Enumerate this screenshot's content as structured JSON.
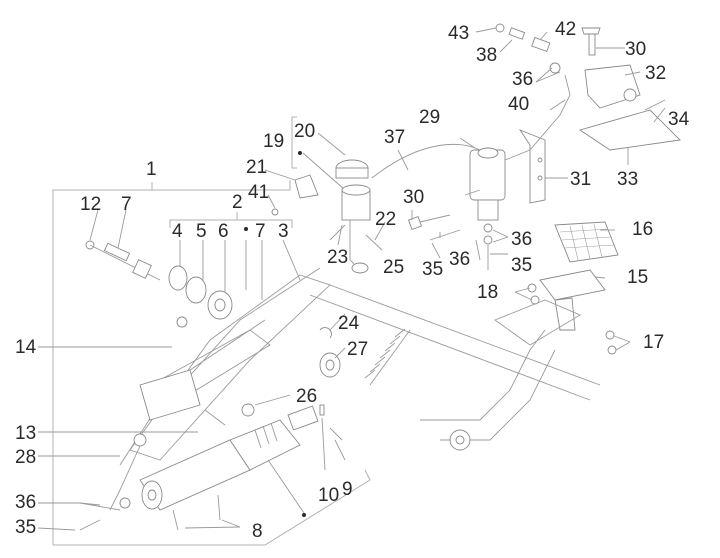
{
  "diagram": {
    "type": "exploded-parts-diagram",
    "subject": "rear brake master cylinder and pedal assembly",
    "text_color": "#2a2a2a",
    "line_color": "#9a9a9a",
    "background": "#ffffff",
    "labels": {
      "l1": "1",
      "l2": "2",
      "l3": "3",
      "l4": "4",
      "l5": "5",
      "l6": "6",
      "l7a": "7",
      "l7b": "7",
      "l8": "8",
      "l9": "9",
      "l10": "10",
      "l12": "12",
      "l13": "13",
      "l14": "14",
      "l15": "15",
      "l16": "16",
      "l17": "17",
      "l18": "18",
      "l19": "19",
      "l20": "20",
      "l21": "21",
      "l22": "22",
      "l23": "23",
      "l24": "24",
      "l25": "25",
      "l26": "26",
      "l27": "27",
      "l28": "28",
      "l29": "29",
      "l30a": "30",
      "l30b": "30",
      "l31": "31",
      "l32": "32",
      "l33": "33",
      "l34": "34",
      "l35a": "35",
      "l35b": "35",
      "l35c": "35",
      "l36a": "36",
      "l36b": "36",
      "l36c": "36",
      "l36d": "36",
      "l37": "37",
      "l38": "38",
      "l40": "40",
      "l41": "41",
      "l42": "42",
      "l43": "43"
    }
  }
}
